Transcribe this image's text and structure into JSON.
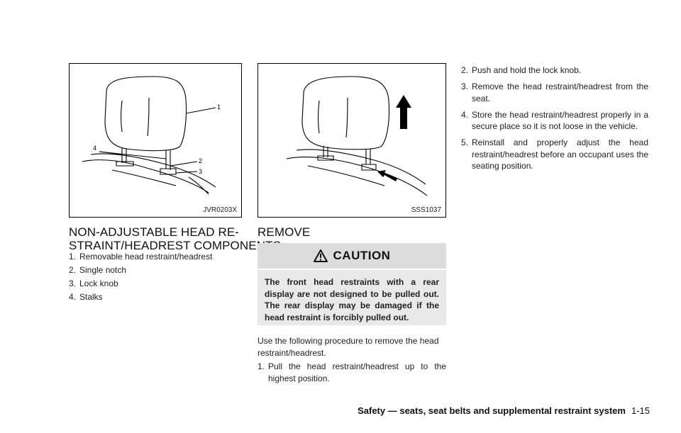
{
  "figures": {
    "fig1": {
      "code": "JVR0203X",
      "callouts": [
        "1",
        "2",
        "3",
        "4"
      ]
    },
    "fig2": {
      "code": "SSS1037"
    }
  },
  "left": {
    "heading_line1": "NON-ADJUSTABLE HEAD RE-",
    "heading_line2": "STRAINT/HEADREST COMPONENTS",
    "items": [
      {
        "num": "1.",
        "text": "Removable head restraint/headrest"
      },
      {
        "num": "2.",
        "text": "Single notch"
      },
      {
        "num": "3.",
        "text": "Lock knob"
      },
      {
        "num": "4.",
        "text": "Stalks"
      }
    ]
  },
  "middle": {
    "heading": "REMOVE",
    "caution": {
      "title": "CAUTION",
      "text": "The front head restraints with a rear display are not designed to be pulled out. The rear display may be damaged if the head restraint is forcibly pulled out."
    },
    "intro": "Use the following procedure to remove the head restraint/headrest.",
    "step1": {
      "num": "1.",
      "text": "Pull the head restraint/headrest up to the highest position."
    }
  },
  "right": {
    "steps": [
      {
        "num": "2.",
        "text": "Push and hold the lock knob."
      },
      {
        "num": "3.",
        "text": "Remove the head restraint/headrest from the seat."
      },
      {
        "num": "4.",
        "text": "Store the head restraint/headrest properly in a secure place so it is not loose in the vehicle."
      },
      {
        "num": "5.",
        "text": "Reinstall and properly adjust the head restraint/headrest before an occupant uses the seating position."
      }
    ]
  },
  "footer": {
    "section": "Safety — seats, seat belts and supplemental restraint system",
    "page": "1-15"
  }
}
